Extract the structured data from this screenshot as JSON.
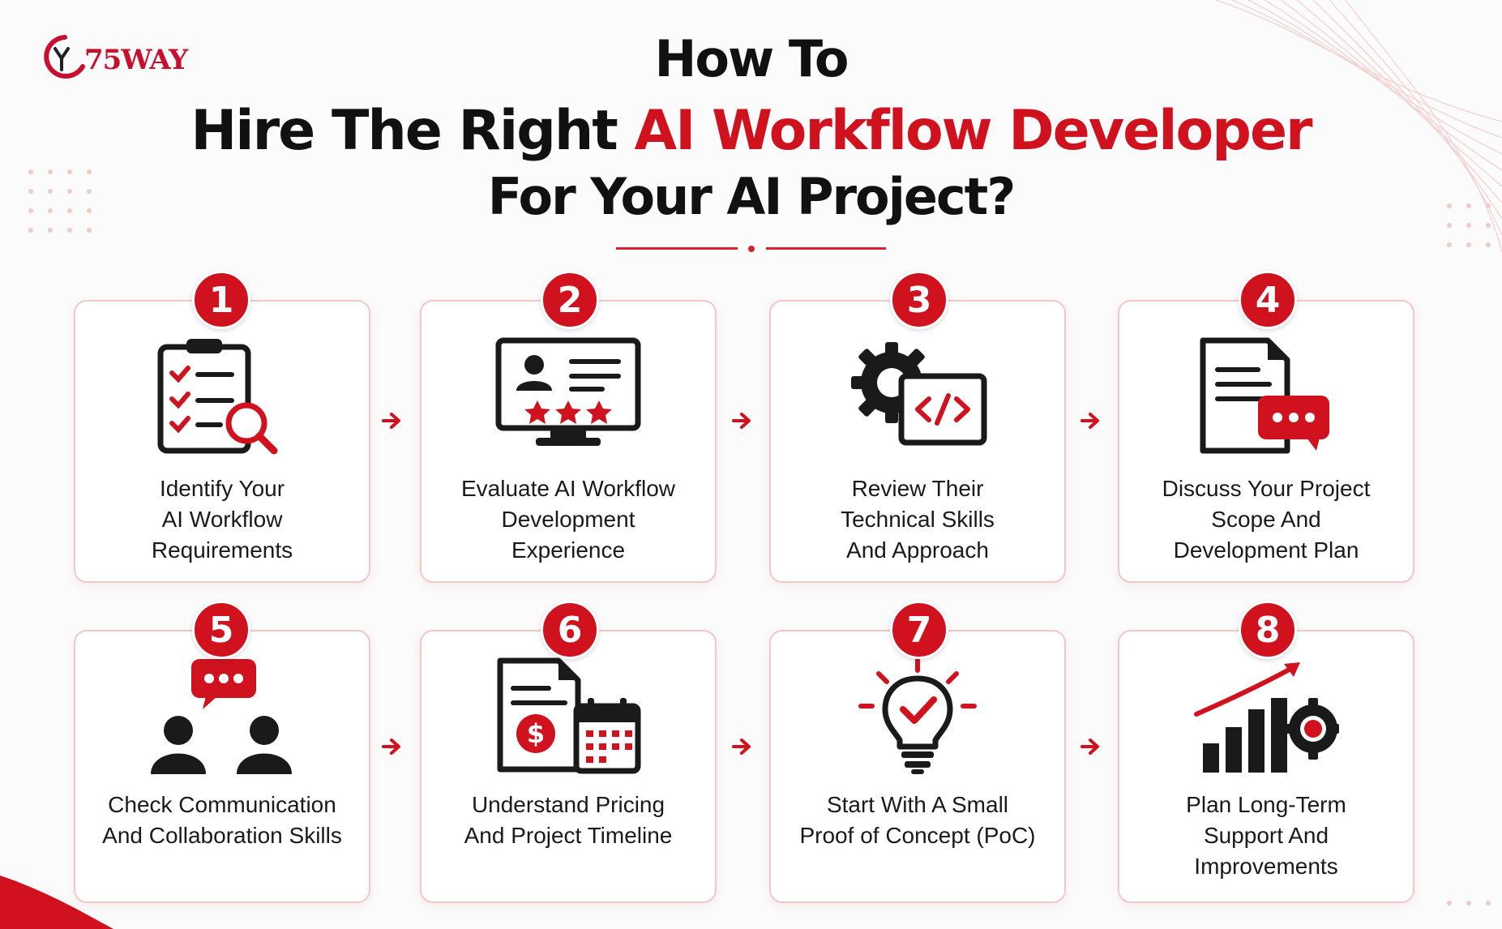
{
  "brand": {
    "logo_text": "75WAY",
    "accent": "#d0121f",
    "logo_icon": "swoosh-logo-icon"
  },
  "header": {
    "line1": "How To",
    "line2_prefix": "Hire The Right ",
    "line2_accent": "AI Workflow Developer",
    "line3": "For Your AI Project?"
  },
  "steps": [
    {
      "number": "1",
      "label": "Identify Your\nAI Workflow\nRequirements",
      "icon": "clipboard-checklist-search-icon"
    },
    {
      "number": "2",
      "label": "Evaluate AI Workflow\nDevelopment\nExperience",
      "icon": "monitor-profile-rating-icon"
    },
    {
      "number": "3",
      "label": "Review Their\nTechnical Skills\nAnd Approach",
      "icon": "gear-code-icon"
    },
    {
      "number": "4",
      "label": "Discuss Your Project\nScope And\nDevelopment Plan",
      "icon": "document-chat-icon"
    },
    {
      "number": "5",
      "label": "Check Communication\nAnd Collaboration Skills",
      "icon": "people-chat-icon"
    },
    {
      "number": "6",
      "label": "Understand Pricing\nAnd Project Timeline",
      "icon": "invoice-calendar-icon"
    },
    {
      "number": "7",
      "label": "Start With A Small\nProof of Concept (PoC)",
      "icon": "lightbulb-check-icon"
    },
    {
      "number": "8",
      "label": "Plan Long-Term\nSupport And\nImprovements",
      "icon": "growth-chart-gear-icon"
    }
  ]
}
